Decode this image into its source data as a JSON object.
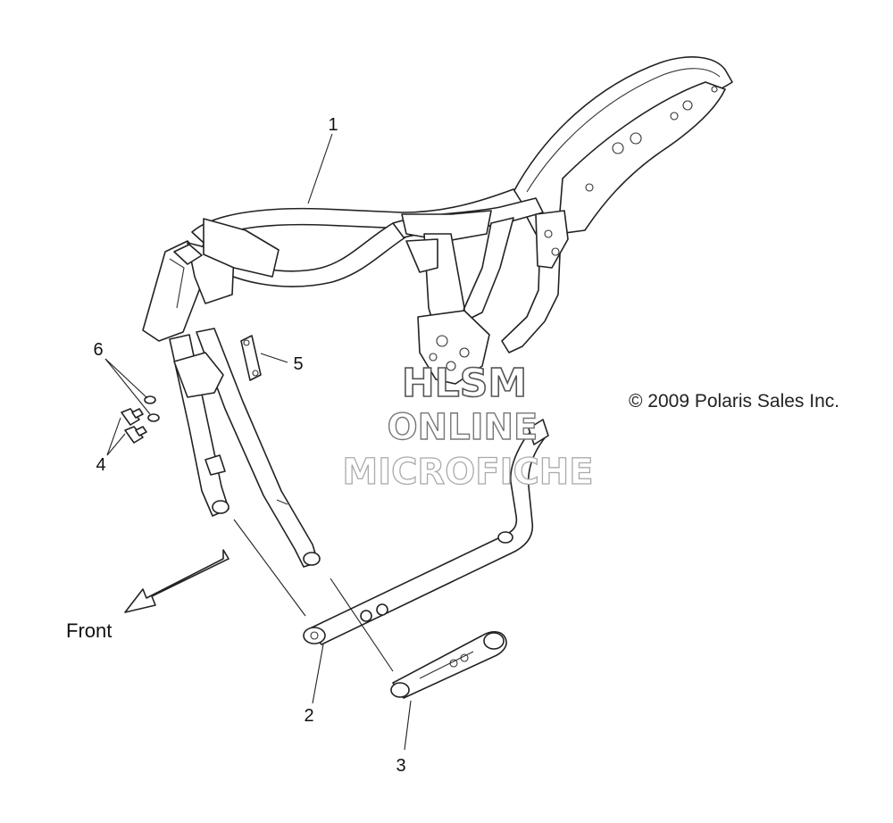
{
  "diagram": {
    "callouts": [
      {
        "id": "1",
        "label": "1"
      },
      {
        "id": "2",
        "label": "2"
      },
      {
        "id": "3",
        "label": "3"
      },
      {
        "id": "4",
        "label": "4"
      },
      {
        "id": "5",
        "label": "5"
      },
      {
        "id": "6",
        "label": "6"
      }
    ],
    "direction_label": "Front",
    "copyright": "© 2009 Polaris Sales Inc.",
    "watermark": [
      "HLSM",
      "ONLINE",
      "MICROFICHE"
    ]
  }
}
